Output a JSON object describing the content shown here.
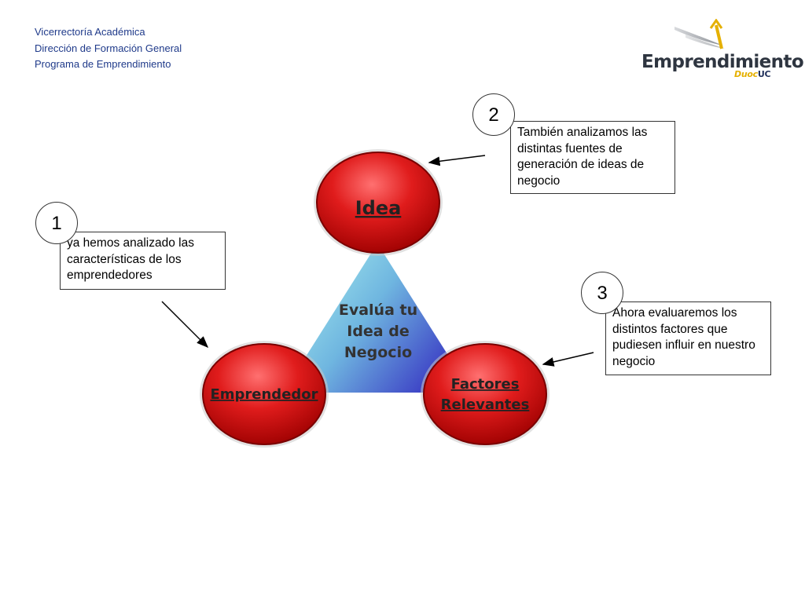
{
  "header": {
    "line1": "Vicerrectoría Académica",
    "line2": "Dirección de Formación General",
    "line3": "Programa de Emprendimiento"
  },
  "logo": {
    "word": "Emprendimiento",
    "brand_part1": "Duoc",
    "brand_part2": "UC"
  },
  "diagram": {
    "center": [
      "Evalúa tu",
      "Idea de",
      "Negocio"
    ],
    "top_node": "Idea",
    "left_node": "Emprendedor",
    "right_node": [
      "Factores",
      "Relevantes"
    ]
  },
  "callouts": [
    {
      "number": "1",
      "text": "ya hemos analizado las características de los emprendedores"
    },
    {
      "number": "2",
      "text": "También analizamos las distintas fuentes de generación de ideas de negocio"
    },
    {
      "number": "3",
      "text": "Ahora evaluaremos los distintos factores que pudiesen influir en nuestro negocio"
    }
  ],
  "colors": {
    "header_text": "#1f3a8a",
    "node_red": "#d71b1b",
    "triangle_blue": "#3a3fc9",
    "triangle_cyan": "#9fe6e6"
  }
}
